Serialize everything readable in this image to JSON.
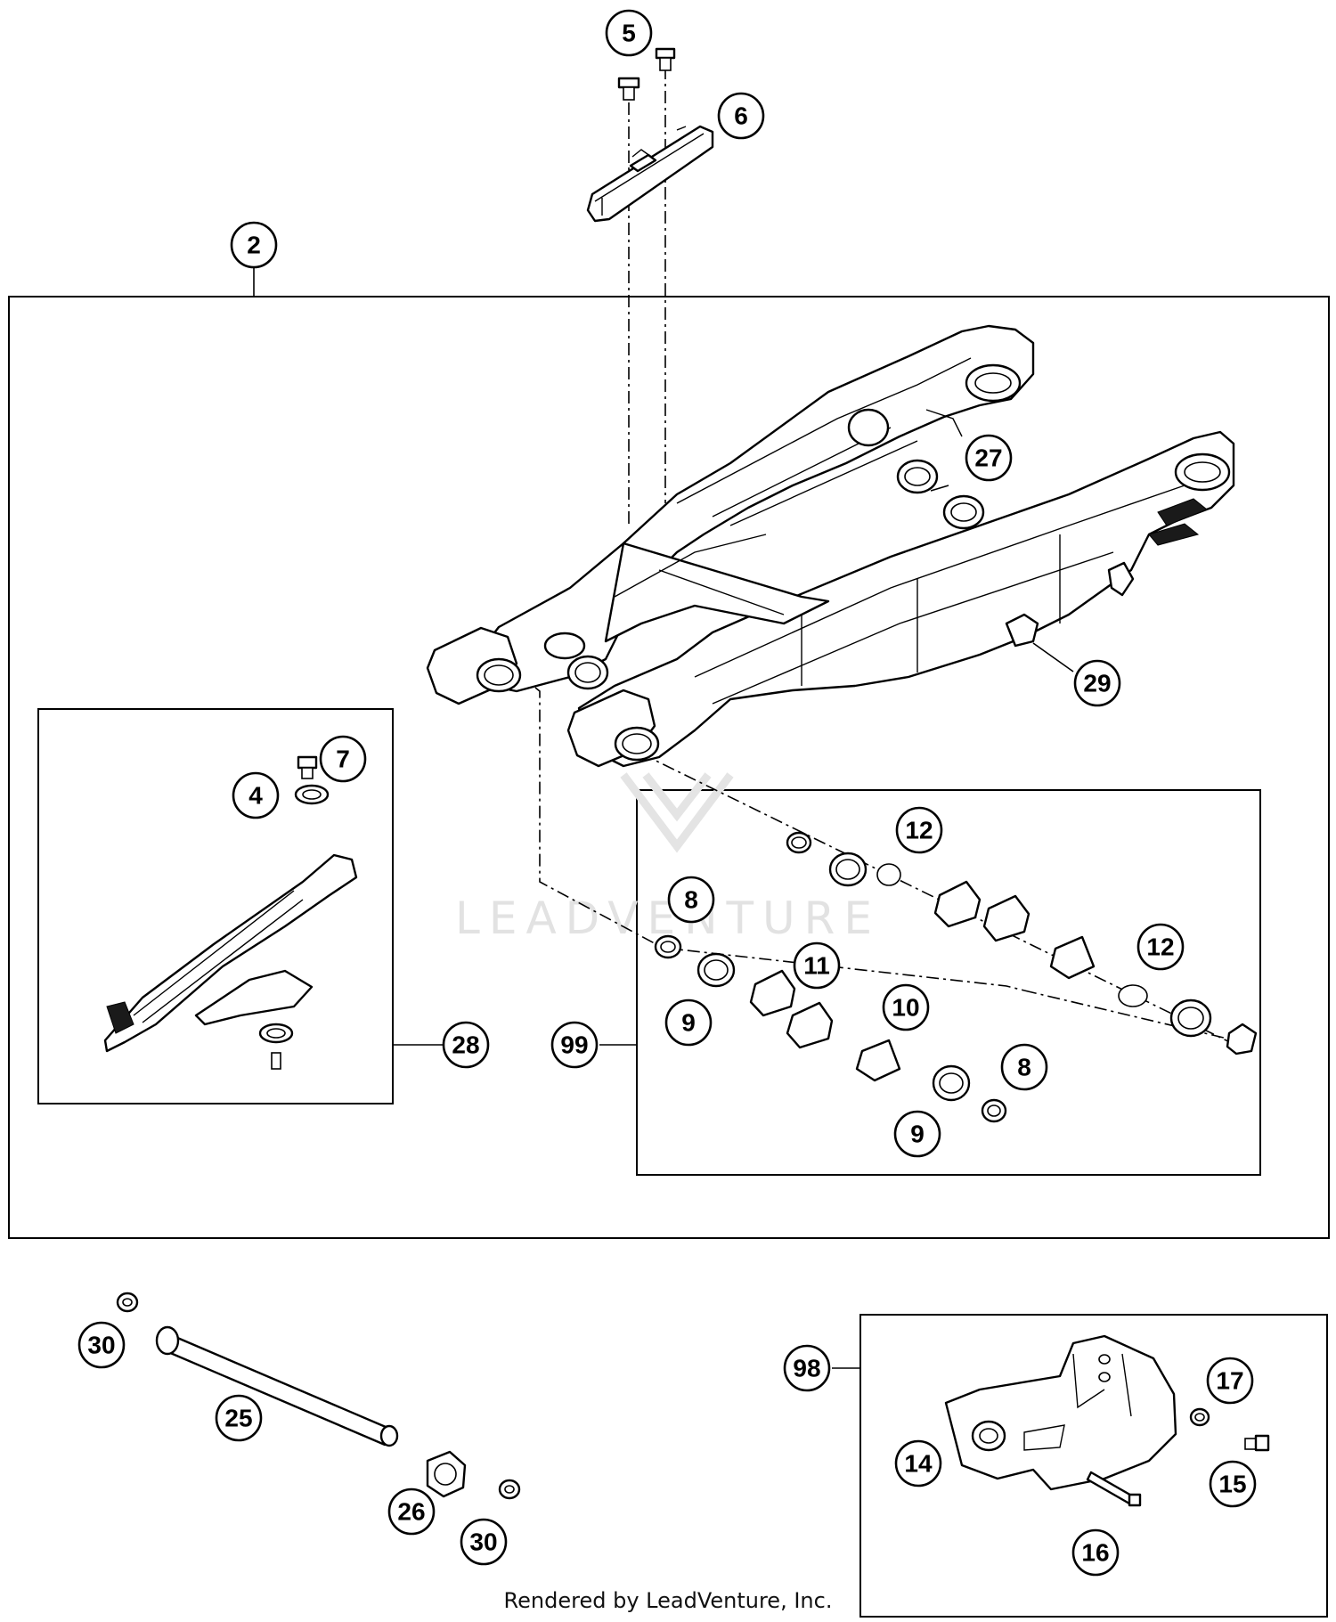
{
  "watermark": "LEADVENTURE",
  "footer": "Rendered by LeadVenture, Inc.",
  "callouts": {
    "c2": "2",
    "c4": "4",
    "c5": "5",
    "c6": "6",
    "c7": "7",
    "c8a": "8",
    "c8b": "8",
    "c9a": "9",
    "c9b": "9",
    "c10": "10",
    "c11": "11",
    "c12a": "12",
    "c12b": "12",
    "c14": "14",
    "c15": "15",
    "c16": "16",
    "c17": "17",
    "c25": "25",
    "c26": "26",
    "c27": "27",
    "c28": "28",
    "c29": "29",
    "c30a": "30",
    "c30b": "30",
    "c98": "98",
    "c99": "99"
  }
}
